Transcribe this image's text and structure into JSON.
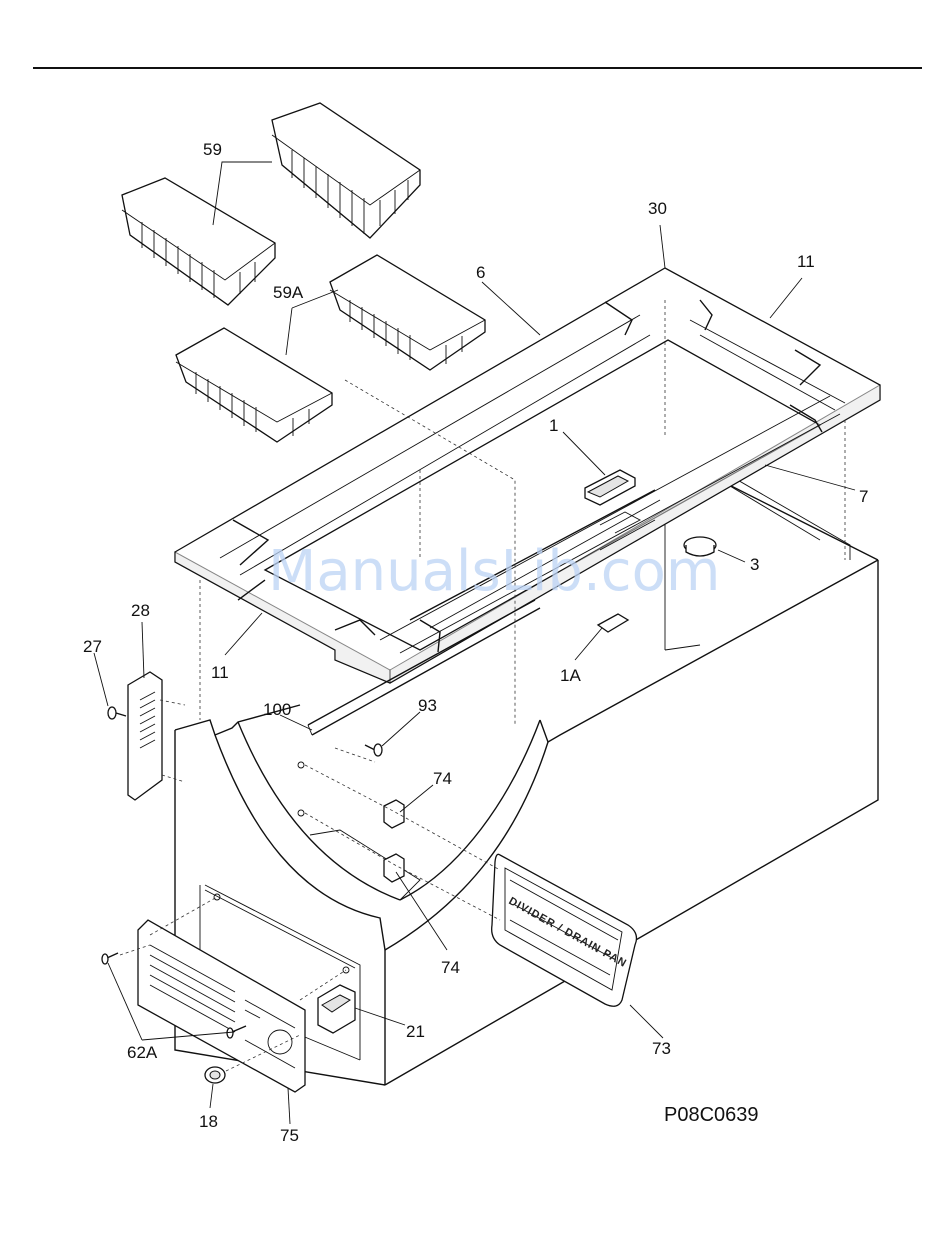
{
  "diagram": {
    "code": "P08C0639",
    "watermark": "ManualsLib.com",
    "pan_text": "DIVIDER / DRAIN PAN",
    "labels": {
      "p59": "59",
      "p59a": "59A",
      "p30": "30",
      "p11_top": "11",
      "p6": "6",
      "p1": "1",
      "p7": "7",
      "p3": "3",
      "p28": "28",
      "p27": "27",
      "p11_bottom": "11",
      "p1a": "1A",
      "p100": "100",
      "p93": "93",
      "p74_top": "74",
      "p74_bottom": "74",
      "p21": "21",
      "p62a": "62A",
      "p73": "73",
      "p18": "18",
      "p75": "75"
    }
  }
}
